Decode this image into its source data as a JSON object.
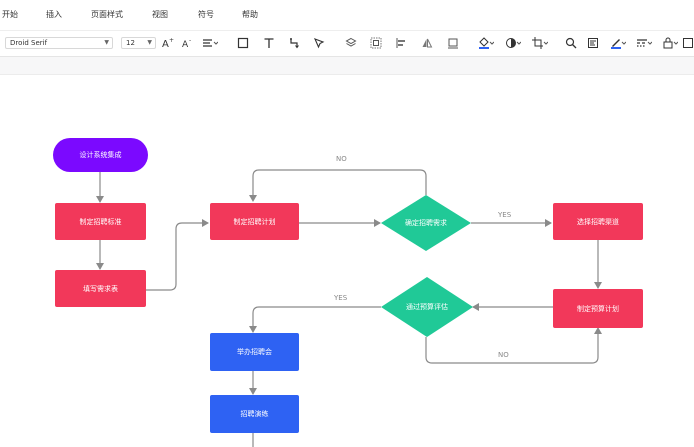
{
  "menu": [
    "开始",
    "插入",
    "页面样式",
    "视图",
    "符号",
    "帮助"
  ],
  "toolbar": {
    "font_family": "Droid Serif",
    "font_size": "12"
  },
  "icons": [
    "font-increase-icon",
    "font-decrease-icon",
    "align-icon",
    "rectangle-icon",
    "text-icon",
    "connector-icon",
    "pointer-icon",
    "layers-icon",
    "group-icon",
    "align-left-icon",
    "flip-icon",
    "frame-icon",
    "fill-icon",
    "shadow-icon",
    "crop-icon",
    "search-icon",
    "page-icon",
    "line-color-icon",
    "line-style-icon",
    "lock-icon",
    "more-icon"
  ],
  "colors": {
    "red": "#f2385a",
    "blue": "#2e62f3",
    "purple": "#7b09ff",
    "green": "#20c997",
    "edge": "#8a8a8a"
  },
  "flowchart": {
    "nodes": {
      "start": "设计系统集成",
      "define_standard": "制定招聘标准",
      "fill_form": "填写需求表",
      "plan": "制定招聘计划",
      "confirm": "确定招聘需求",
      "channel": "选择招聘渠道",
      "budget_plan": "制定预算计划",
      "budget_eval": "通过预算评估",
      "hold_fair": "举办招聘会",
      "rehearsal": "招聘演练"
    },
    "labels": {
      "no_top": "NO",
      "yes_right": "YES",
      "yes_left": "YES",
      "no_bottom": "NO"
    }
  }
}
